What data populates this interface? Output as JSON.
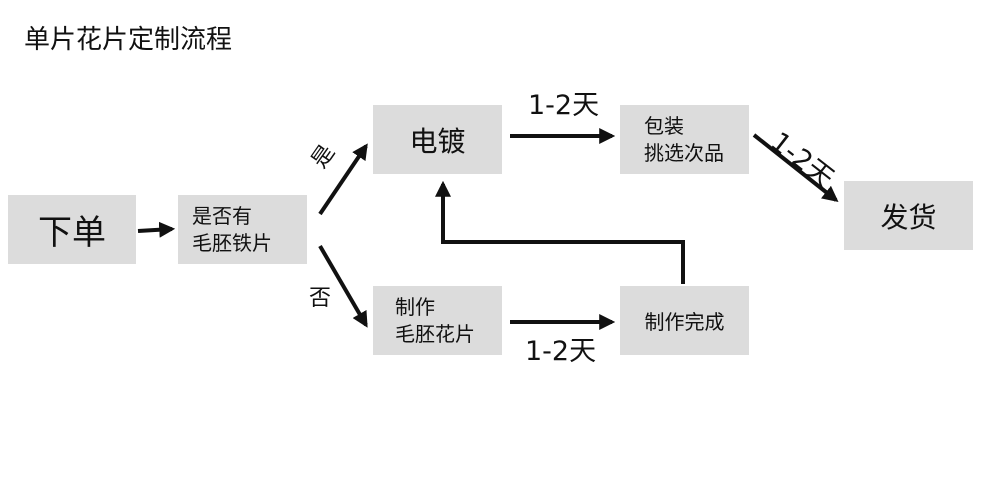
{
  "title": "单片花片定制流程",
  "nodes": {
    "order": "下单",
    "check": [
      "是否有",
      "毛胚铁片"
    ],
    "plating": "电镀",
    "blank": [
      "制作",
      "毛胚花片"
    ],
    "pack": [
      "包装",
      "挑选次品"
    ],
    "done": "制作完成",
    "ship": "发货"
  },
  "edge_labels": {
    "yes": "是",
    "no": "否",
    "duration_plating_to_pack": "1-2天",
    "duration_blank_to_done": "1-2天",
    "duration_pack_to_ship": "1-2天"
  },
  "colors": {
    "box_fill": "#dcdcdc",
    "arrow": "#111111",
    "text": "#111111"
  }
}
